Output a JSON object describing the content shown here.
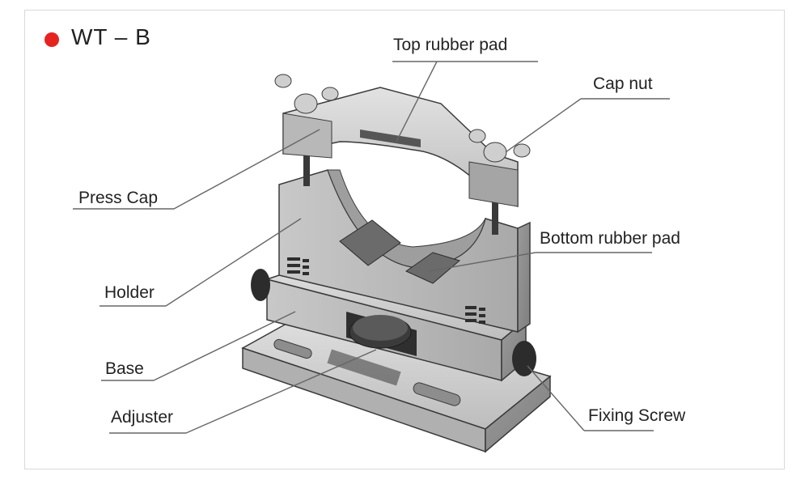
{
  "title": "WT – B",
  "colors": {
    "accent_dot": "#e52420",
    "metal_light": "#d4d4d4",
    "metal_mid": "#b5b5b5",
    "metal_dark": "#8f8f8f",
    "outline": "#3a3a3a",
    "leader": "#666666"
  },
  "labels": {
    "top_rubber_pad": "Top rubber pad",
    "cap_nut": "Cap nut",
    "press_cap": "Press Cap",
    "bottom_rubber_pad": "Bottom rubber pad",
    "holder": "Holder",
    "base": "Base",
    "adjuster": "Adjuster",
    "fixing_screw": "Fixing Screw"
  }
}
